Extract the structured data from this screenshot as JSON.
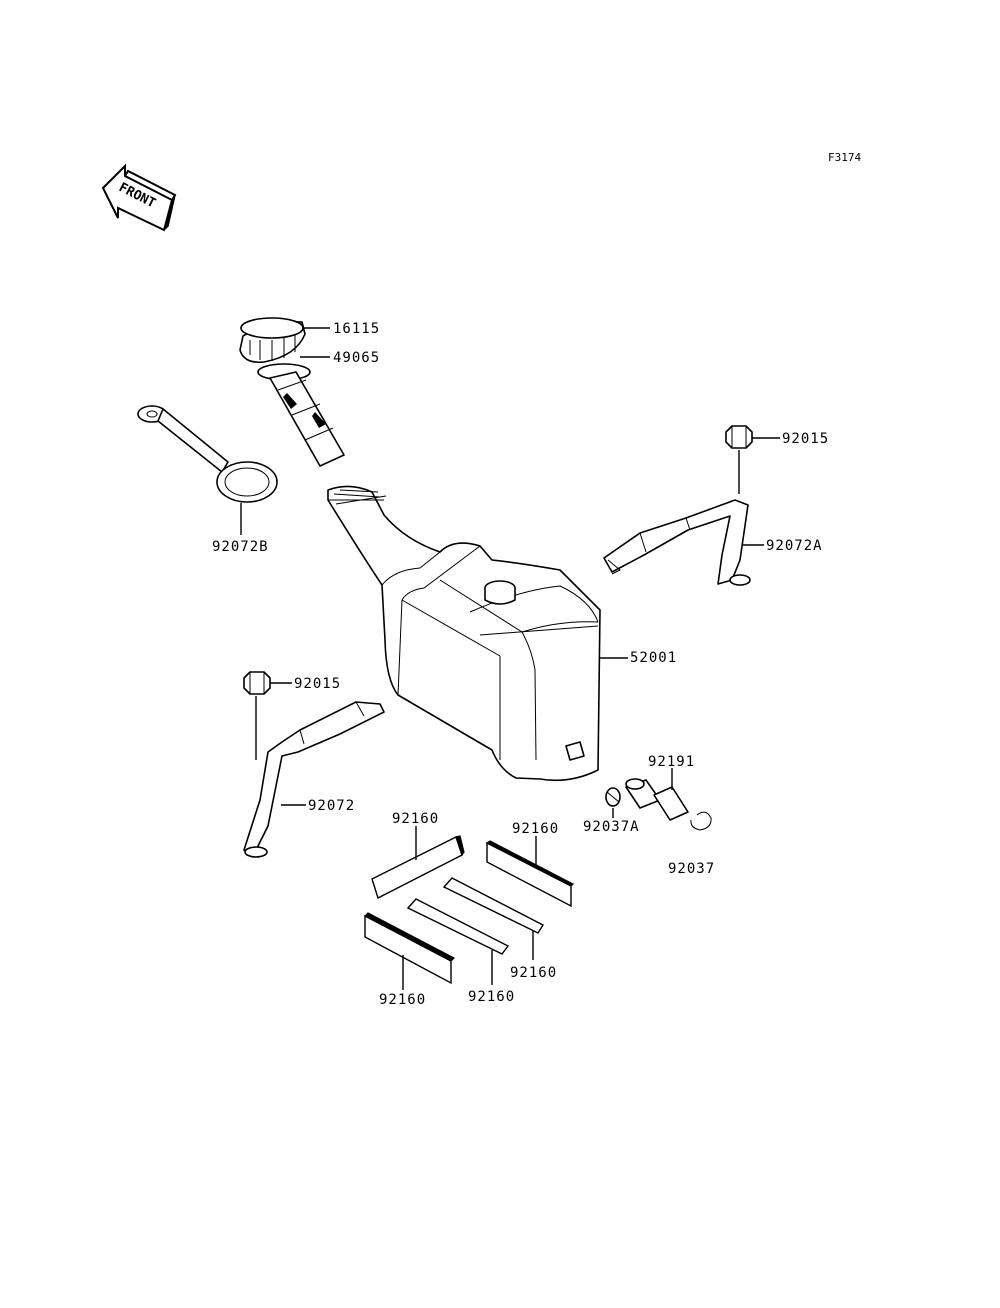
{
  "figure_ref": "F3174",
  "front_label": "FRONT",
  "parts": {
    "cap": "16115",
    "strainer": "49065",
    "tank": "52001",
    "strap_ring": "92072B",
    "nut_right": "92015",
    "band_right": "92072A",
    "nut_left": "92015",
    "band_left": "92072",
    "clamp_small": "92037A",
    "hose": "92191",
    "clamp": "92037",
    "pad_1": "92160",
    "pad_2": "92160",
    "pad_3": "92160",
    "pad_4": "92160",
    "pad_5": "92160"
  }
}
